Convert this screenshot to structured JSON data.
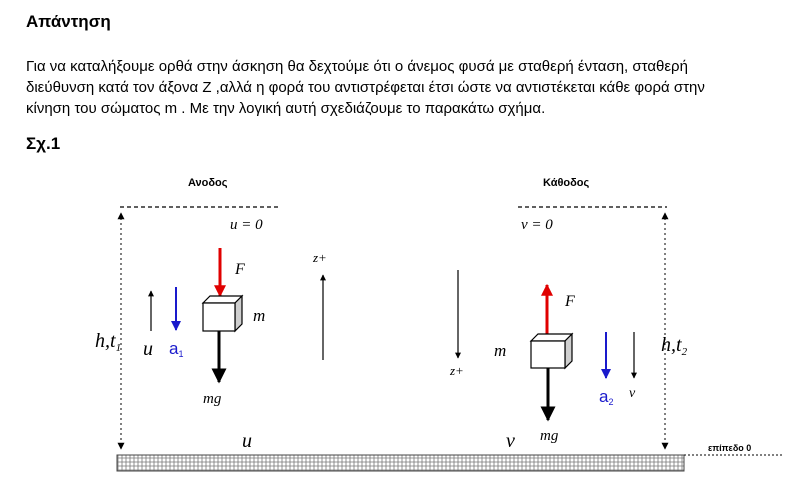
{
  "heading": "Απάντηση",
  "paragraph_lines": [
    "Για να καταλήξουμε ορθά στην άσκηση θα δεχτούμε ότι ο άνεμος φυσά με σταθερή ένταση, σταθερή",
    "διεύθυνση κατά τον άξονα Ζ ,αλλά η φορά του αντιστρέφεται έτσι ώστε να αντιστέκεται κάθε φορά στην",
    "κίνηση του σώματος m . Με την λογική αυτή σχεδιάζουμε το παρακάτω σχήμα."
  ],
  "figure_label": "Σχ.1",
  "diagram": {
    "left": {
      "title": "Ανοδος",
      "top_condition": "u = 0",
      "force": "F",
      "mass": "m",
      "weight": "mg",
      "height_time": "h,t",
      "height_time_sub": "1",
      "velocity": "u",
      "accel": "a",
      "accel_sub": "1",
      "axis": "z+",
      "ground_velocity": "u"
    },
    "right": {
      "title": "Κάθοδος",
      "top_condition": "v = 0",
      "force": "F",
      "mass": "m",
      "weight": "mg",
      "height_time": "h,t",
      "height_time_sub": "2",
      "velocity": "v",
      "accel": "a",
      "accel_sub": "2",
      "axis": "z+",
      "ground_velocity": "v"
    },
    "ground_label": "επίπεδο 0",
    "colors": {
      "force": "#e00000",
      "accel": "#1a1acc",
      "text": "#000000"
    }
  }
}
